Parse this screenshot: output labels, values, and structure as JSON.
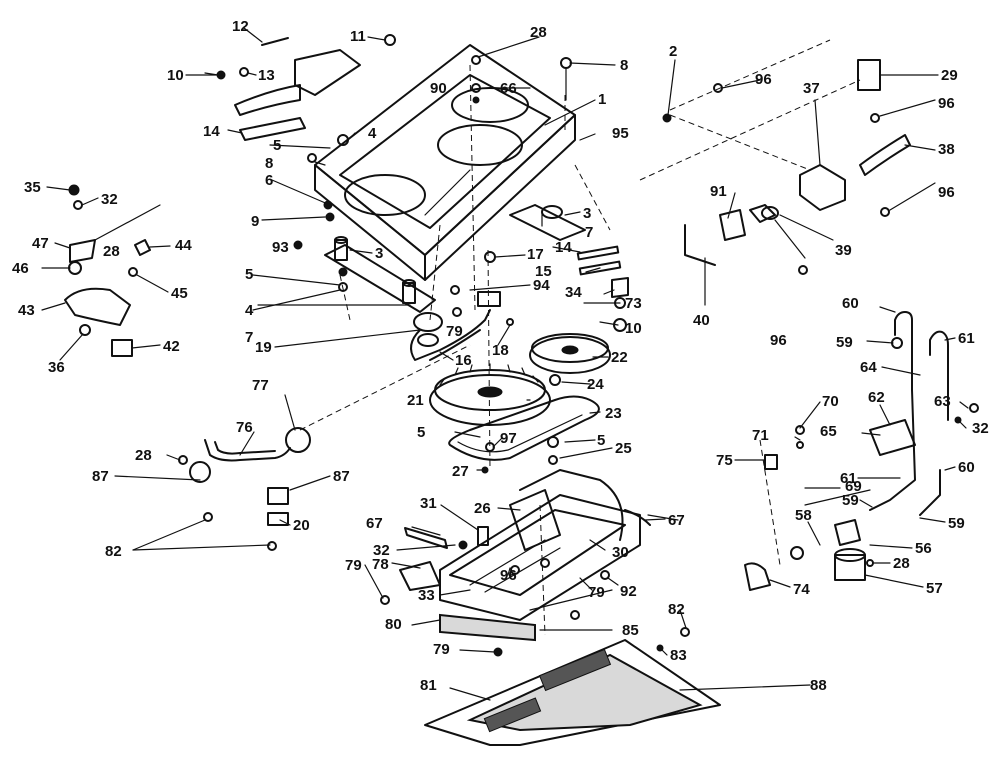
{
  "callouts": [
    "1",
    "2",
    "3",
    "3",
    "4",
    "4",
    "5",
    "5",
    "5",
    "5",
    "6",
    "7",
    "7",
    "8",
    "8",
    "9",
    "10",
    "10",
    "11",
    "12",
    "13",
    "14",
    "14",
    "15",
    "16",
    "17",
    "18",
    "19",
    "20",
    "21",
    "22",
    "23",
    "24",
    "25",
    "26",
    "27",
    "28",
    "28",
    "28",
    "28",
    "29",
    "30",
    "31",
    "32",
    "32",
    "32",
    "33",
    "34",
    "35",
    "36",
    "37",
    "38",
    "39",
    "40",
    "42",
    "43",
    "44",
    "45",
    "46",
    "47",
    "56",
    "57",
    "58",
    "59",
    "59",
    "59",
    "60",
    "60",
    "61",
    "61",
    "62",
    "63",
    "64",
    "65",
    "66",
    "67",
    "67",
    "69",
    "70",
    "71",
    "73",
    "74",
    "75",
    "76",
    "77",
    "78",
    "79",
    "79",
    "79",
    "79",
    "80",
    "81",
    "82",
    "82",
    "83",
    "85",
    "87",
    "87",
    "88",
    "90",
    "91",
    "92",
    "93",
    "94",
    "95",
    "96",
    "96",
    "96",
    "96",
    "96",
    "97"
  ]
}
